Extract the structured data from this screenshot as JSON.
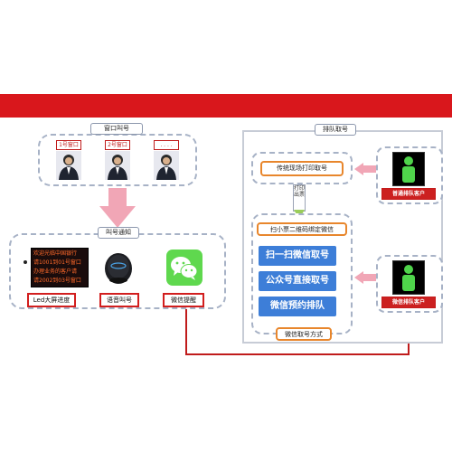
{
  "windows_panel": {
    "title": "窗口叫号",
    "windows": [
      {
        "label": "1号窗口"
      },
      {
        "label": "2号窗口"
      },
      {
        "label": ". . . ."
      }
    ]
  },
  "notify_panel": {
    "title": "叫号通知",
    "led_lines": [
      "欢迎光临中国银行",
      "请1001到01号窗口",
      "办理业务的客户请",
      "请2002到03号窗口"
    ],
    "items": [
      {
        "label": "Led大屏进度"
      },
      {
        "label": "语音叫号"
      },
      {
        "label": "微信提醒"
      }
    ]
  },
  "queue_panel": {
    "title": "排队取号",
    "print_button": "传统现场打印取号",
    "print_paper": "打印出票",
    "wechat_group_label": "扫小票二维码绑定微信",
    "wechat_options": [
      "扫一扫微信取号",
      "公众号直接取号",
      "微信预约排队"
    ],
    "wechat_footer": "微信取号方式",
    "customers": [
      {
        "label": "普通排队客户"
      },
      {
        "label": "微信排队客户"
      }
    ]
  },
  "colors": {
    "topbar": "#d9171c",
    "panel_border": "#a7b2c6",
    "blue_button": "#3d7ed8",
    "arrow_pink": "#f1a6b6",
    "arrow_red": "#c01b1b",
    "orange_border": "#e8862c",
    "wechat_green": "#5fd84e"
  },
  "icons": [
    "person-icon",
    "led-screen-icon",
    "speaker-icon",
    "wechat-icon",
    "traffic-light-icon",
    "arrow-down-icon",
    "arrow-left-icon"
  ]
}
